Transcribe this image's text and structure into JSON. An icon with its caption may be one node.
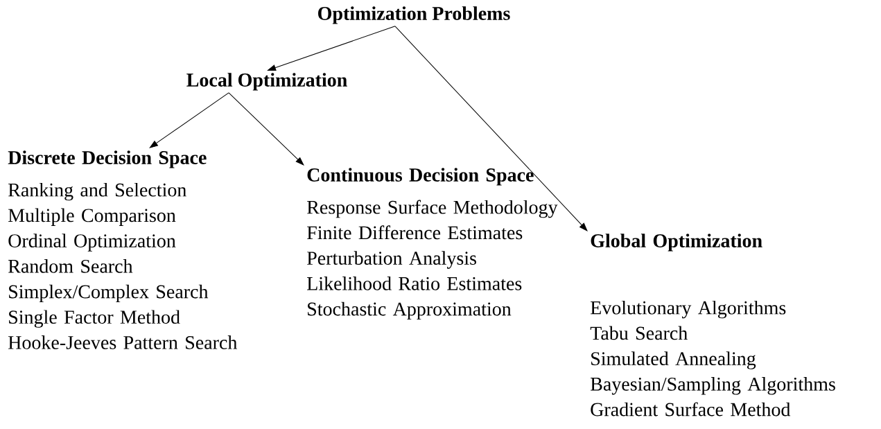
{
  "diagram": {
    "nodes": [
      {
        "text": [
          "Optimization Problems"
        ]
      },
      {
        "text": [
          "Local Optimization"
        ]
      },
      {
        "text": [
          "Discrete Decision Space",
          "Ranking and Selection",
          "Multiple Comparison",
          "Ordinal Optimization",
          "Random Search",
          "Simplex/Complex Search",
          "Single Factor Method",
          "Hooke-Jeeves Pattern Search"
        ]
      },
      {
        "text": [
          "Continuous Decision Space",
          "Response Surface Methodology",
          "Finite Difference Estimates",
          "Perturbation Analysis",
          "Likelihood Ratio Estimates",
          "Stochastic Approximation"
        ]
      },
      {
        "text": [
          "Global Optimization",
          "Evolutionary Algorithms",
          "Tabu Search",
          "Simulated Annealing",
          "Bayesian/Sampling Algorithms",
          "Gradient Surface Method"
        ]
      }
    ],
    "edges": [
      {
        "from": 0,
        "to": 1,
        "arrow": "to"
      },
      {
        "from": 0,
        "to": 4,
        "arrow": "to"
      },
      {
        "from": 1,
        "to": 2,
        "arrow": "to"
      },
      {
        "from": 1,
        "to": 3,
        "arrow": "to"
      }
    ]
  }
}
